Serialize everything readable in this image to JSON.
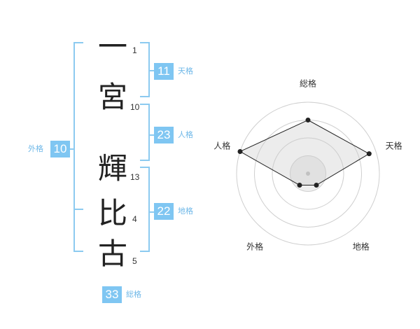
{
  "characters": [
    {
      "char": "一",
      "strokes": "1"
    },
    {
      "char": "宮",
      "strokes": "10"
    },
    {
      "char": "",
      "strokes": ""
    },
    {
      "char": "輝",
      "strokes": "13"
    },
    {
      "char": "比",
      "strokes": "4"
    },
    {
      "char": "古",
      "strokes": "5"
    }
  ],
  "fortunes": {
    "tenkaku": {
      "value": "11",
      "label": "天格"
    },
    "jinkaku": {
      "value": "23",
      "label": "人格"
    },
    "chikaku": {
      "value": "22",
      "label": "地格"
    },
    "gaikaku": {
      "value": "10",
      "label": "外格"
    },
    "soukaku": {
      "value": "33",
      "label": "総格"
    }
  },
  "colors": {
    "accent": "#7fc6f2",
    "bracket": "#8ccaf0"
  },
  "chart_data": {
    "type": "radar",
    "axes": [
      "総格",
      "天格",
      "地格",
      "外格",
      "人格"
    ],
    "values": [
      0.75,
      0.9,
      0.2,
      0.2,
      1.0
    ],
    "rings": 4,
    "max": 1
  }
}
